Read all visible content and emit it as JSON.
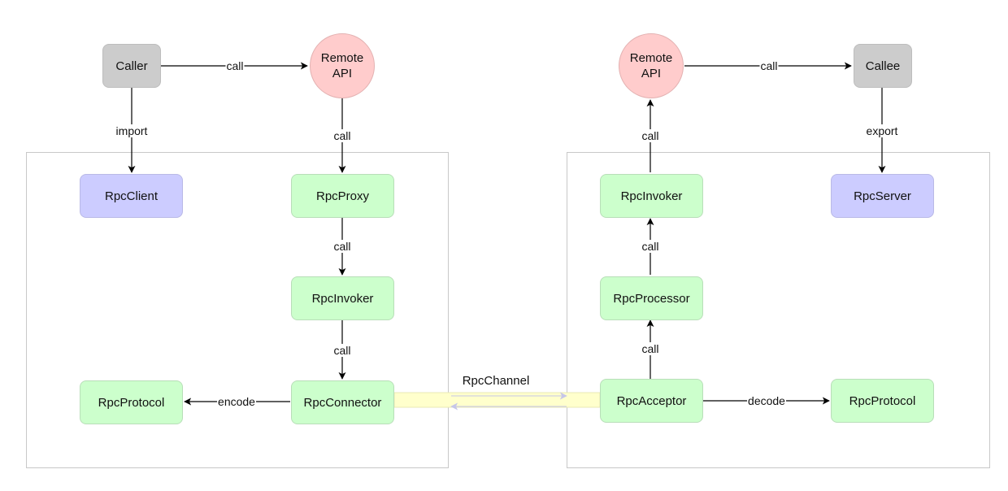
{
  "nodes": {
    "caller": "Caller",
    "remote_api_left": [
      "Remote",
      "API"
    ],
    "remote_api_right": [
      "Remote",
      "API"
    ],
    "callee": "Callee",
    "rpc_client": "RpcClient",
    "rpc_proxy": "RpcProxy",
    "rpc_invoker_left": "RpcInvoker",
    "rpc_connector": "RpcConnector",
    "rpc_protocol_left": "RpcProtocol",
    "rpc_server": "RpcServer",
    "rpc_invoker_right": "RpcInvoker",
    "rpc_processor": "RpcProcessor",
    "rpc_acceptor": "RpcAcceptor",
    "rpc_protocol_right": "RpcProtocol"
  },
  "edges": {
    "caller_to_api": "call",
    "caller_import": "import",
    "api_to_proxy": "call",
    "proxy_to_invoker": "call",
    "invoker_to_connector": "call",
    "connector_encode": "encode",
    "channel": "RpcChannel",
    "acceptor_decode": "decode",
    "acceptor_to_processor": "call",
    "processor_to_invoker": "call",
    "invoker_to_api": "call",
    "api_to_callee": "call",
    "callee_export": "export"
  },
  "colors": {
    "gray_node": "#cccccc",
    "green_node": "#ccffcc",
    "blue_node": "#ccccff",
    "api_node": "#ffcccc",
    "channel": "#ffffcc",
    "frame": "#c8c8c8"
  }
}
